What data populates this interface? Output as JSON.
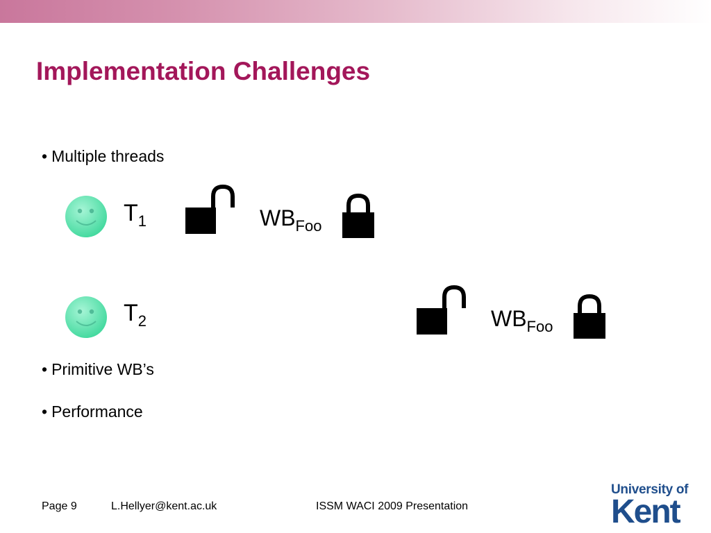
{
  "slide": {
    "title": "Implementation Challenges",
    "bullets": [
      "Multiple threads",
      "Primitive WB’s",
      "Performance"
    ],
    "bullet_marker": "•"
  },
  "threads": [
    {
      "label": "T",
      "subscript": "1",
      "wb_label": "WB",
      "wb_subscript": "Foo",
      "icon": "smiley-face-icon"
    },
    {
      "label": "T",
      "subscript": "2",
      "wb_label": "WB",
      "wb_subscript": "Foo",
      "icon": "smiley-face-icon"
    }
  ],
  "icons": {
    "unlocked": "unlocked-padlock-icon",
    "locked": "locked-padlock-icon"
  },
  "footer": {
    "page": "Page 9",
    "email": "L.Hellyer@kent.ac.uk",
    "event": "ISSM WACI 2009 Presentation"
  },
  "logo": {
    "line1": "University of",
    "line2": "Kent"
  },
  "colors": {
    "title": "#a3175a",
    "logo": "#1f4e8c",
    "smiley": "#5fe8b4"
  }
}
